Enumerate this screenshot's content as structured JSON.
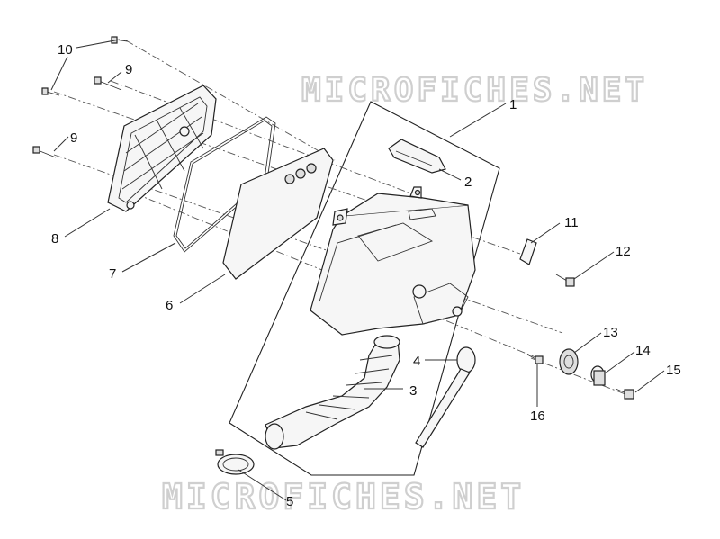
{
  "watermark": {
    "top": "MICROFICHES.NET",
    "bottom": "MICROFICHES.NET"
  },
  "callouts": [
    {
      "id": "1",
      "label": "1"
    },
    {
      "id": "2",
      "label": "2"
    },
    {
      "id": "3",
      "label": "3"
    },
    {
      "id": "4",
      "label": "4"
    },
    {
      "id": "5",
      "label": "5"
    },
    {
      "id": "6",
      "label": "6"
    },
    {
      "id": "7",
      "label": "7"
    },
    {
      "id": "8",
      "label": "8"
    },
    {
      "id": "9a",
      "label": "9"
    },
    {
      "id": "9b",
      "label": "9"
    },
    {
      "id": "10",
      "label": "10"
    },
    {
      "id": "11",
      "label": "11"
    },
    {
      "id": "12",
      "label": "12"
    },
    {
      "id": "13",
      "label": "13"
    },
    {
      "id": "14",
      "label": "14"
    },
    {
      "id": "15",
      "label": "15"
    },
    {
      "id": "16",
      "label": "16"
    }
  ]
}
